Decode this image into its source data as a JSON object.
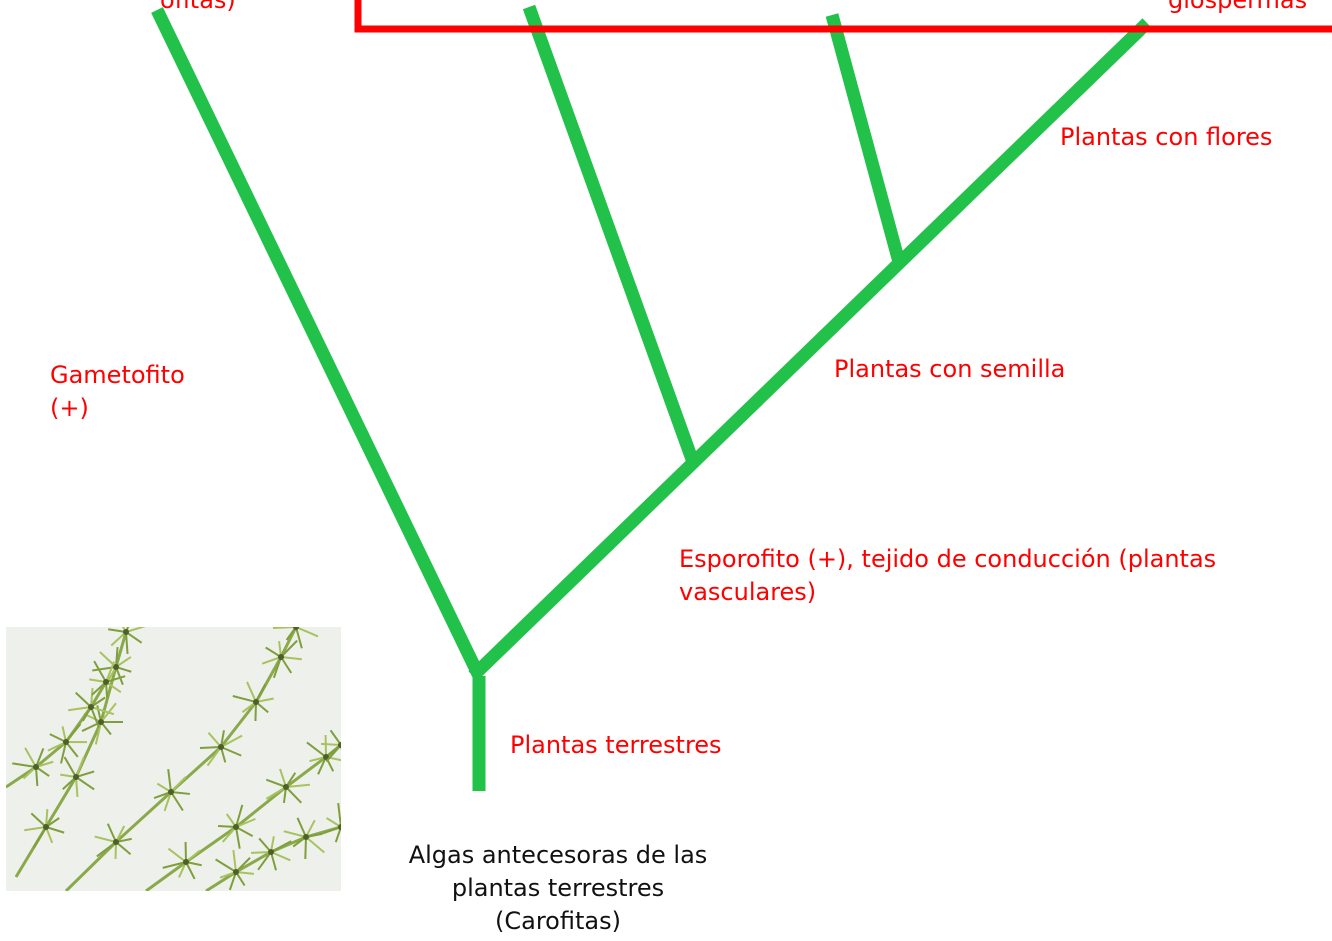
{
  "colors": {
    "branch": "#22c24a",
    "highlight_box": "#ff0000",
    "trait_label": "#ff0000",
    "taxon_label": "#111111",
    "photo_background": "#eef0ec"
  },
  "labels": {
    "root": "Plantas terrestres",
    "gametophyte_line1": "Gametofito",
    "gametophyte_line2": "(+)",
    "vascular_line1": "Esporofito (+), tejido de conducción (plantas",
    "vascular_line2": "vasculares)",
    "seed": "Plantas con semilla",
    "flower": "Plantas con flores",
    "top_left_partial": "ófitas)",
    "top_right_partial": "giospermas"
  },
  "caption": {
    "line1": "Algas antecesoras de las",
    "line2": "plantas terrestres",
    "line3": "(Carofitas)"
  },
  "photo": {
    "subject": "charophyte-algae-photo"
  }
}
